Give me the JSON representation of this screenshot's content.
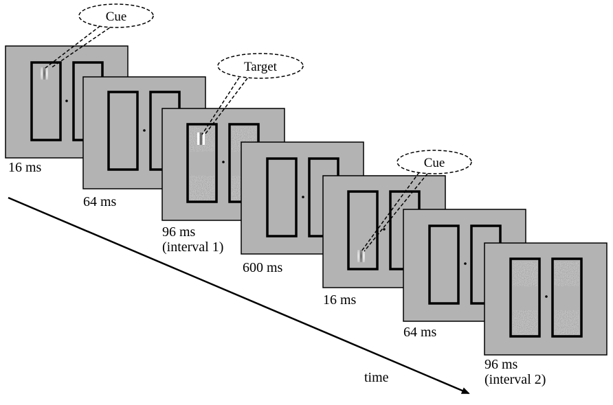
{
  "frames": [
    {
      "duration": "16 ms",
      "sub": "",
      "cue": "left-top"
    },
    {
      "duration": "64 ms",
      "sub": ""
    },
    {
      "duration": "96 ms",
      "sub": "(interval 1)",
      "noise": true,
      "grating": "left-top"
    },
    {
      "duration": "600 ms",
      "sub": ""
    },
    {
      "duration": "16 ms",
      "sub": "",
      "cue": "left-bottom"
    },
    {
      "duration": "64 ms",
      "sub": ""
    },
    {
      "duration": "96 ms",
      "sub": "(interval 2)",
      "noise": true
    }
  ],
  "callouts": {
    "cue1": "Cue",
    "target": "Target",
    "cue2": "Cue"
  },
  "axis": {
    "label": "time"
  },
  "colors": {
    "screen": "#b3b3b3",
    "border": "#000000",
    "background": "#ffffff"
  }
}
